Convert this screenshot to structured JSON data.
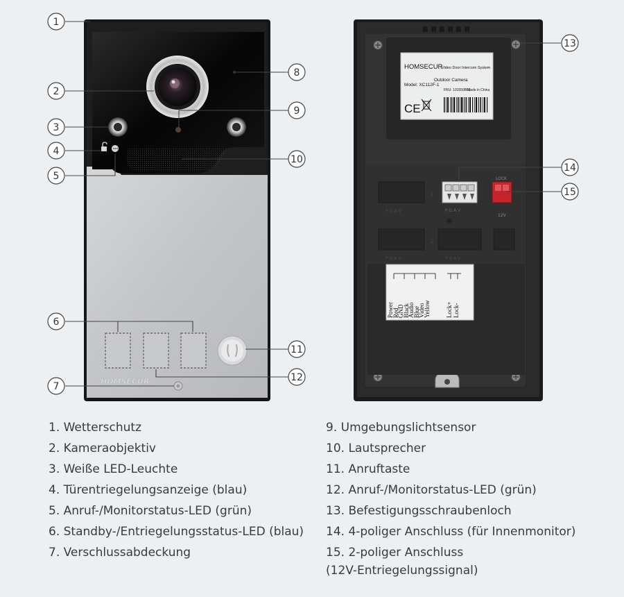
{
  "front_panel": {
    "brand_logo": "HOMSECUR"
  },
  "back_panel": {
    "label": {
      "brand": "HOMSECUR",
      "title": "Video Door Intercom System",
      "subtitle": "Outdoor Camera",
      "model": "Model: XC112F-1",
      "fru": "FRU: 101550B01",
      "made_in": "Made in China",
      "ce_mark": "CE"
    },
    "wiring_label": {
      "wires": [
        {
          "color": "Red",
          "signal": "Power"
        },
        {
          "color": "Black",
          "signal": "GND"
        },
        {
          "color": "Blue",
          "signal": "Audio"
        },
        {
          "color": "Yellow",
          "signal": "Video"
        }
      ],
      "lock": [
        "Lock+",
        "Lock-"
      ]
    },
    "connector_text": {
      "pgav": "P G A V",
      "lock": "LOCK",
      "lock_voltage": "12V",
      "port_1": "1",
      "port_2": "2"
    }
  },
  "callouts": [
    "1",
    "2",
    "3",
    "4",
    "5",
    "6",
    "7",
    "8",
    "9",
    "10",
    "11",
    "12",
    "13",
    "14",
    "15"
  ],
  "legend": {
    "left": [
      "1. Wetterschutz",
      "2. Kameraobjektiv",
      "3. Weiße LED-Leuchte",
      "4. Türentriegelungsanzeige (blau)",
      "5. Anruf-/Monitorstatus-LED (grün)",
      "6. Standby-/Entriegelungsstatus-LED (blau)",
      "7. Verschlussabdeckung"
    ],
    "right": [
      "9. Umgebungslichtsensor",
      "10. Lautsprecher",
      "11. Anruftaste",
      "12. Anruf-/Monitorstatus-LED (grün)",
      "13. Befestigungsschraubenloch",
      "14. 4-poliger Anschluss (für Innenmonitor)",
      "15. 2-poliger Anschluss",
      "(12V-Entriegelungssignal)"
    ]
  }
}
